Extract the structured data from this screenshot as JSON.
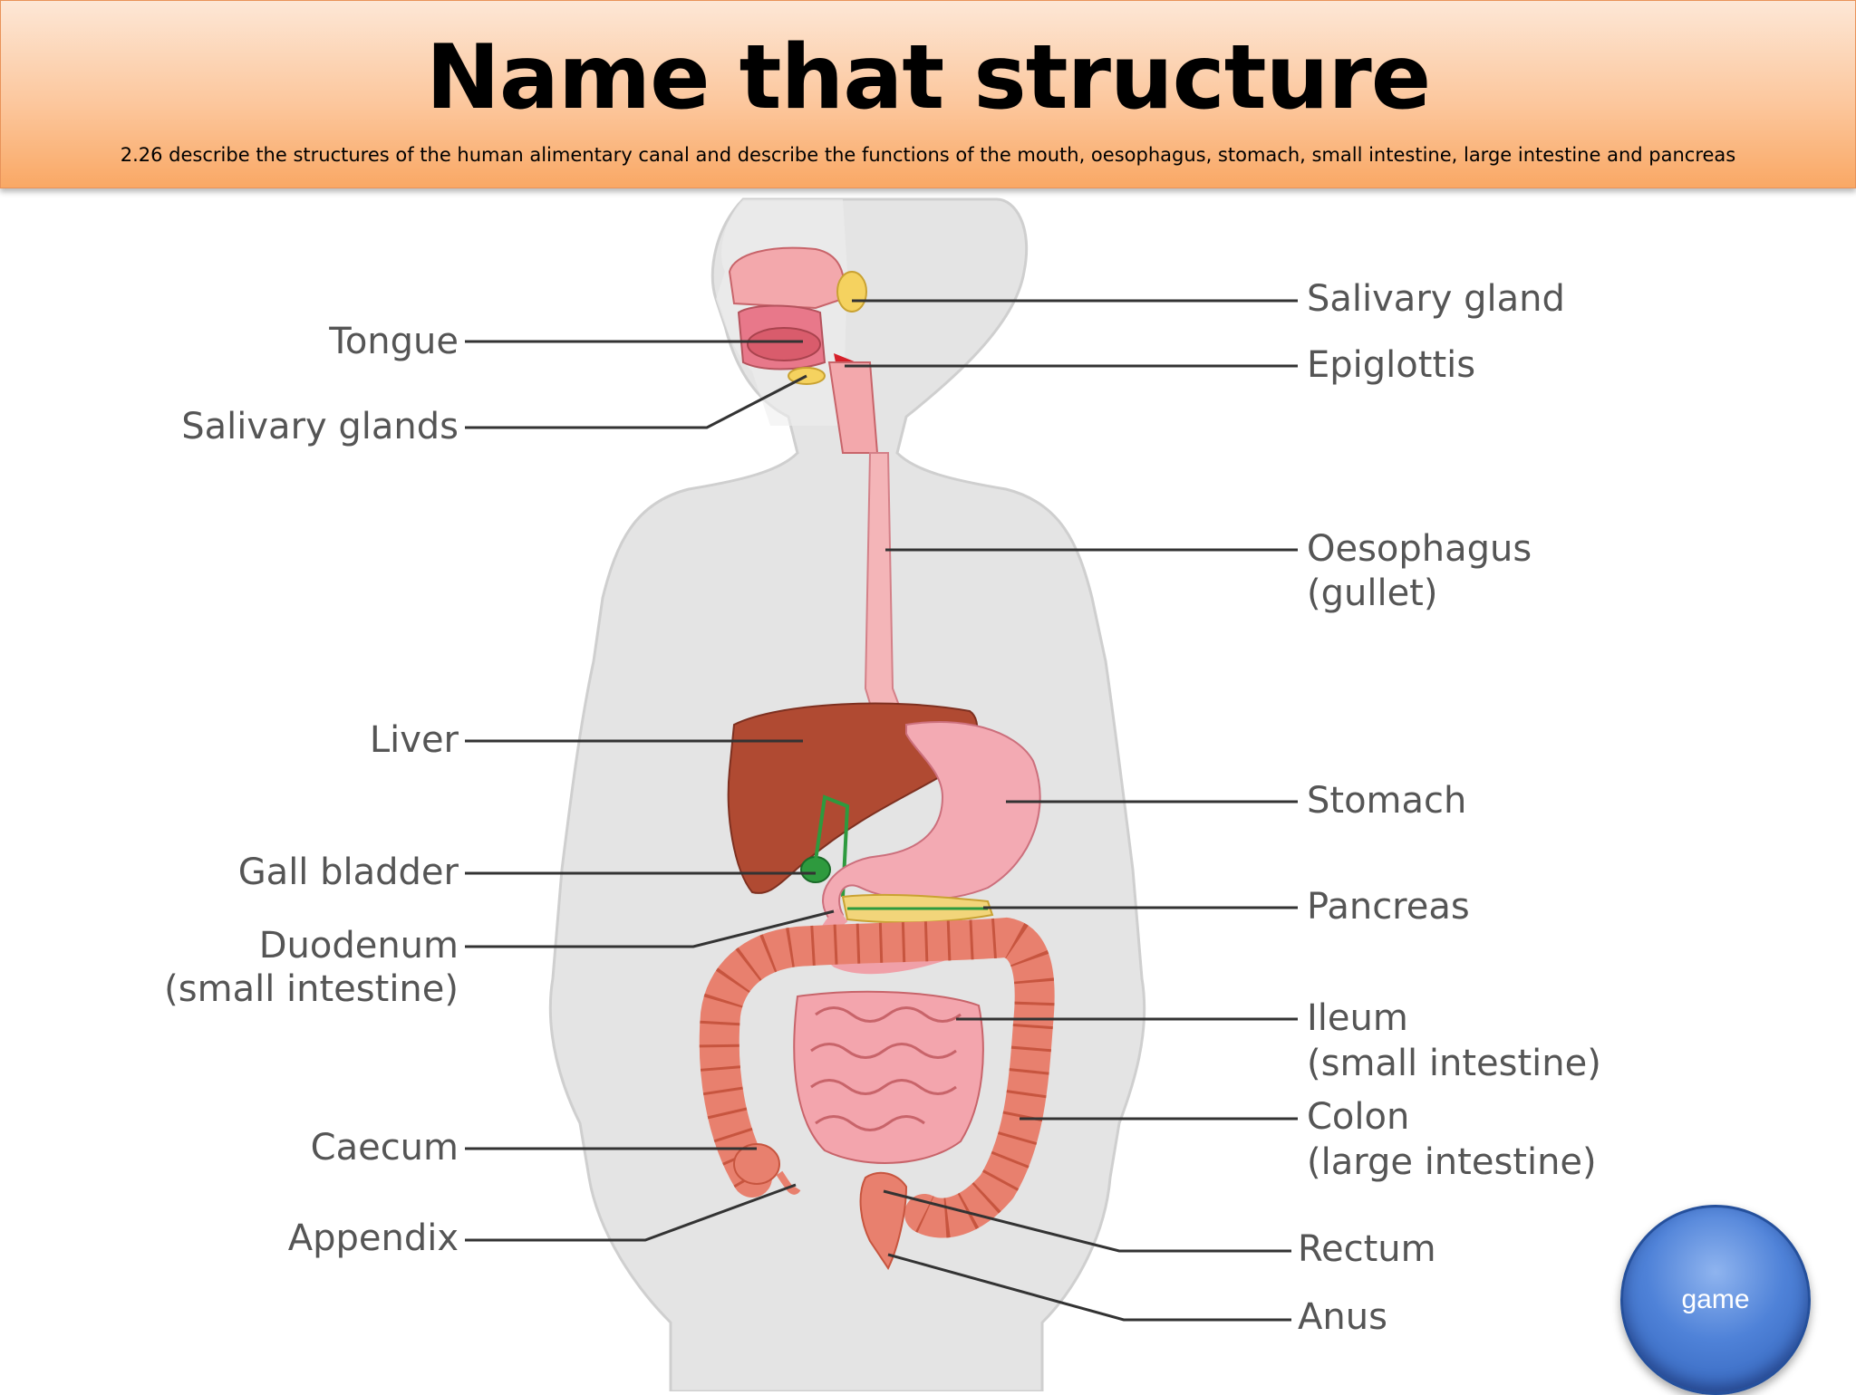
{
  "header": {
    "title": "Name that structure",
    "subtitle": "2.26 describe the structures of the human alimentary canal and describe the functions of the mouth, oesophagus, stomach, small intestine, large intestine and pancreas"
  },
  "labels": {
    "tongue": "Tongue",
    "salivary_glands": "Salivary glands",
    "liver": "Liver",
    "gall_bladder": "Gall bladder",
    "duodenum": "Duodenum",
    "duodenum_sub": "(small intestine)",
    "caecum": "Caecum",
    "appendix": "Appendix",
    "salivary_gland": "Salivary gland",
    "epiglottis": "Epiglottis",
    "oesophagus": "Oesophagus",
    "oesophagus_sub": "(gullet)",
    "stomach": "Stomach",
    "pancreas": "Pancreas",
    "ileum": "Ileum",
    "ileum_sub": "(small intestine)",
    "colon": "Colon",
    "colon_sub": "(large intestine)",
    "rectum": "Rectum",
    "anus": "Anus"
  },
  "game_button": {
    "label": "game"
  },
  "colors": {
    "header_top": "#fde7d6",
    "header_bottom": "#f9a865",
    "body_silhouette": "#e4e4e4",
    "organ_pink": "#f0a0a8",
    "intestine_red": "#e8806e",
    "liver_brown": "#b04a32",
    "gall_green": "#2e9a3e",
    "pancreas_yellow": "#f2d57a",
    "label_gray": "#555555",
    "button_blue": "#4f82d8"
  }
}
